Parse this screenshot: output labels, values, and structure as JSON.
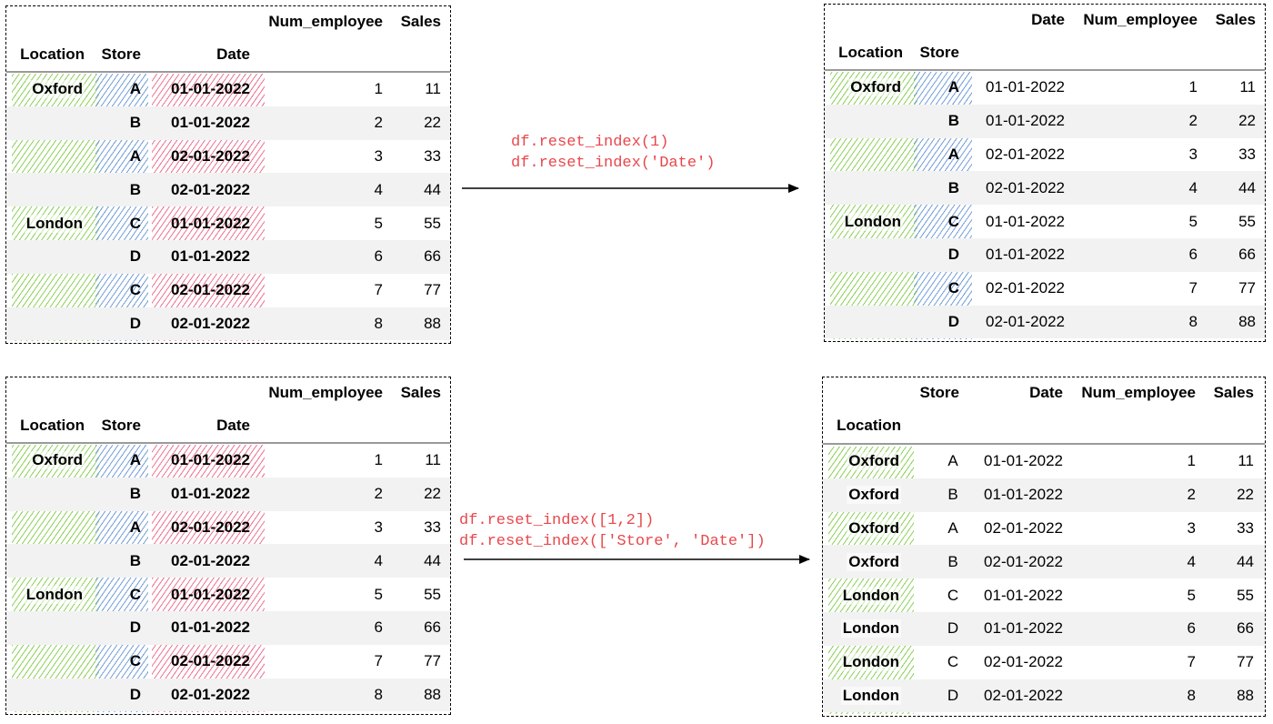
{
  "colors": {
    "code": "#e8474b",
    "location_hatch": "#78c83c",
    "store_hatch": "#5a8cd2",
    "date_hatch": "#e65078",
    "row_alt": "#f2f2f2"
  },
  "headers": {
    "location": "Location",
    "store": "Store",
    "date": "Date",
    "num_employee": "Num_employee",
    "sales": "Sales"
  },
  "rows": [
    {
      "location": "Oxford",
      "store": "A",
      "date": "01-01-2022",
      "num_employee": "1",
      "sales": "11"
    },
    {
      "location": "Oxford",
      "store": "B",
      "date": "01-01-2022",
      "num_employee": "2",
      "sales": "22"
    },
    {
      "location": "Oxford",
      "store": "A",
      "date": "02-01-2022",
      "num_employee": "3",
      "sales": "33"
    },
    {
      "location": "Oxford",
      "store": "B",
      "date": "02-01-2022",
      "num_employee": "4",
      "sales": "44"
    },
    {
      "location": "London",
      "store": "C",
      "date": "01-01-2022",
      "num_employee": "5",
      "sales": "55"
    },
    {
      "location": "London",
      "store": "D",
      "date": "01-01-2022",
      "num_employee": "6",
      "sales": "66"
    },
    {
      "location": "London",
      "store": "C",
      "date": "02-01-2022",
      "num_employee": "7",
      "sales": "77"
    },
    {
      "location": "London",
      "store": "D",
      "date": "02-01-2022",
      "num_employee": "8",
      "sales": "88"
    }
  ],
  "location_groups": {
    "first": "Oxford",
    "second": "London"
  },
  "top_code": [
    "df.reset_index(1)",
    "df.reset_index('Date')"
  ],
  "bottom_code": [
    "df.reset_index([1,2])",
    "df.reset_index(['Store', 'Date'])"
  ]
}
